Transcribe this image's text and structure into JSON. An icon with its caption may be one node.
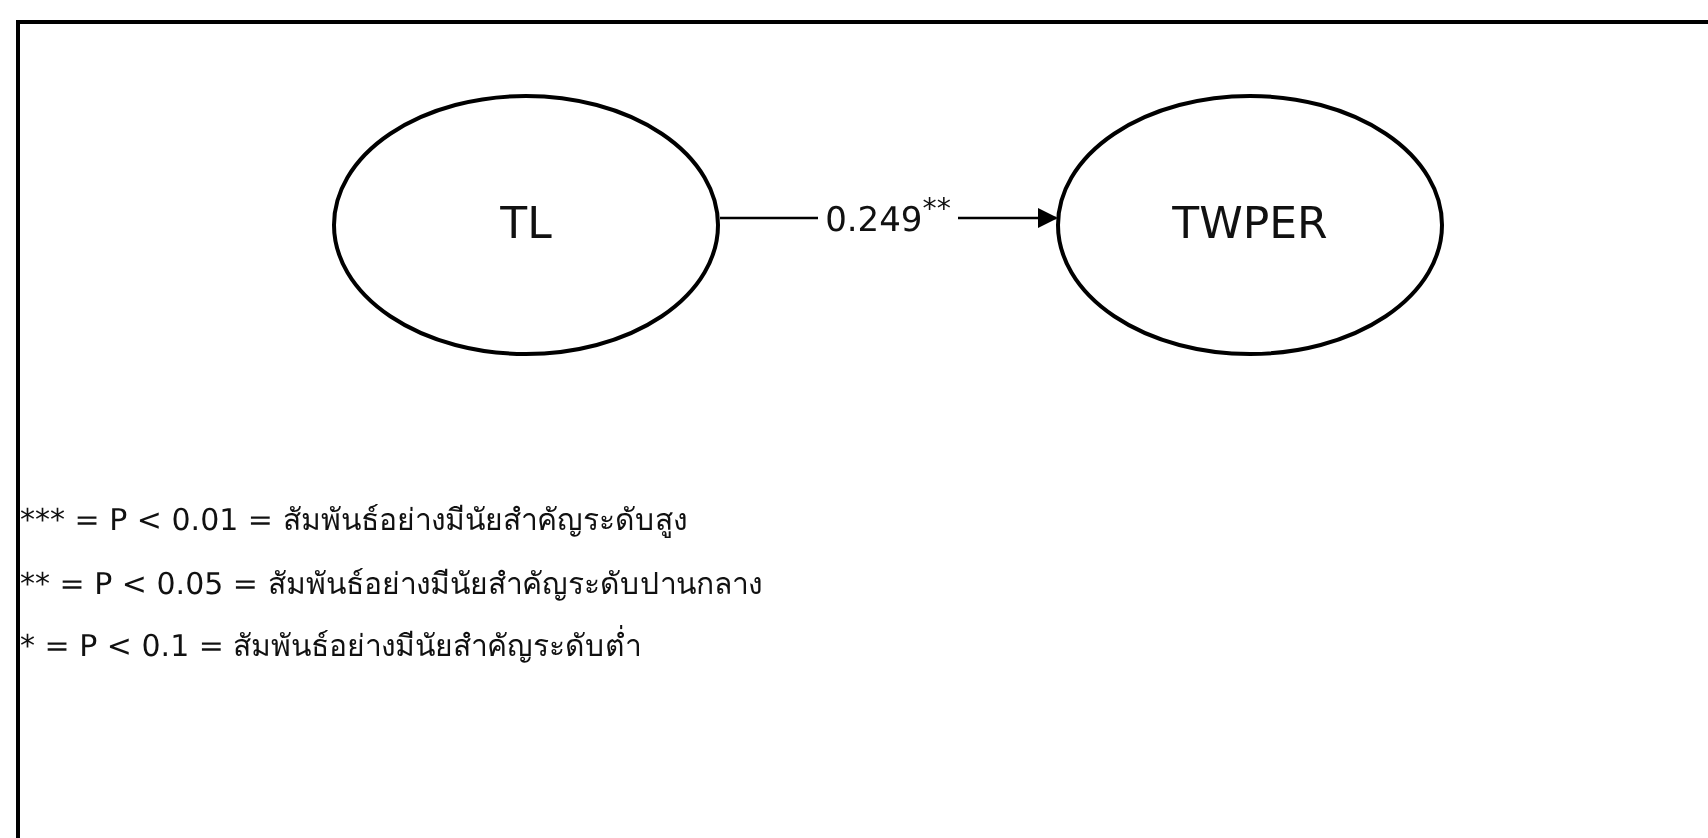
{
  "diagram": {
    "nodes": [
      {
        "text": [
          "TL"
        ]
      },
      {
        "text": [
          "TWPER"
        ]
      }
    ],
    "edges": [
      {
        "from": 0,
        "to": 1,
        "arrow": "to",
        "label": "0.249$^{**}$"
      }
    ],
    "labels": [
      "*** = P < 0.01 = สัมพันธ์อย่างมีนัยสำคัญระดับสูง",
      "** = P < 0.05 = สัมพันธ์อย่างมีนัยสำคัญระดับปานกลาง",
      "* = P < 0.1 = สัมพันธ์อย่างมีนัยสำคัญระดับต่ำ"
    ]
  }
}
